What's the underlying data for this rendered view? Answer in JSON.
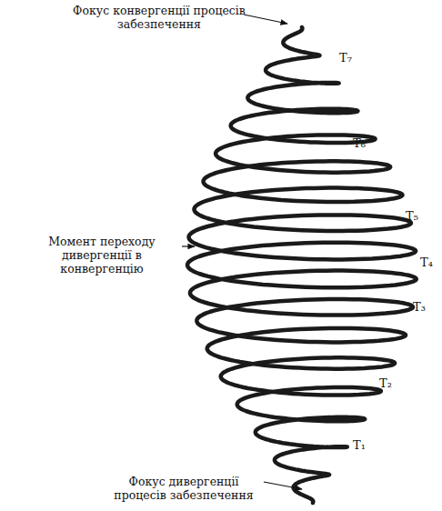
{
  "diagram": {
    "labels": [
      "Фокус конвергенції процесів забезпечення",
      "T₇",
      "T₆",
      "T₅",
      "Момент переходу дивергенції в конвергенцію",
      "T₄",
      "T₃",
      "T₂",
      "T₁",
      "Фокус дивергенції процесів забезпечення"
    ]
  }
}
